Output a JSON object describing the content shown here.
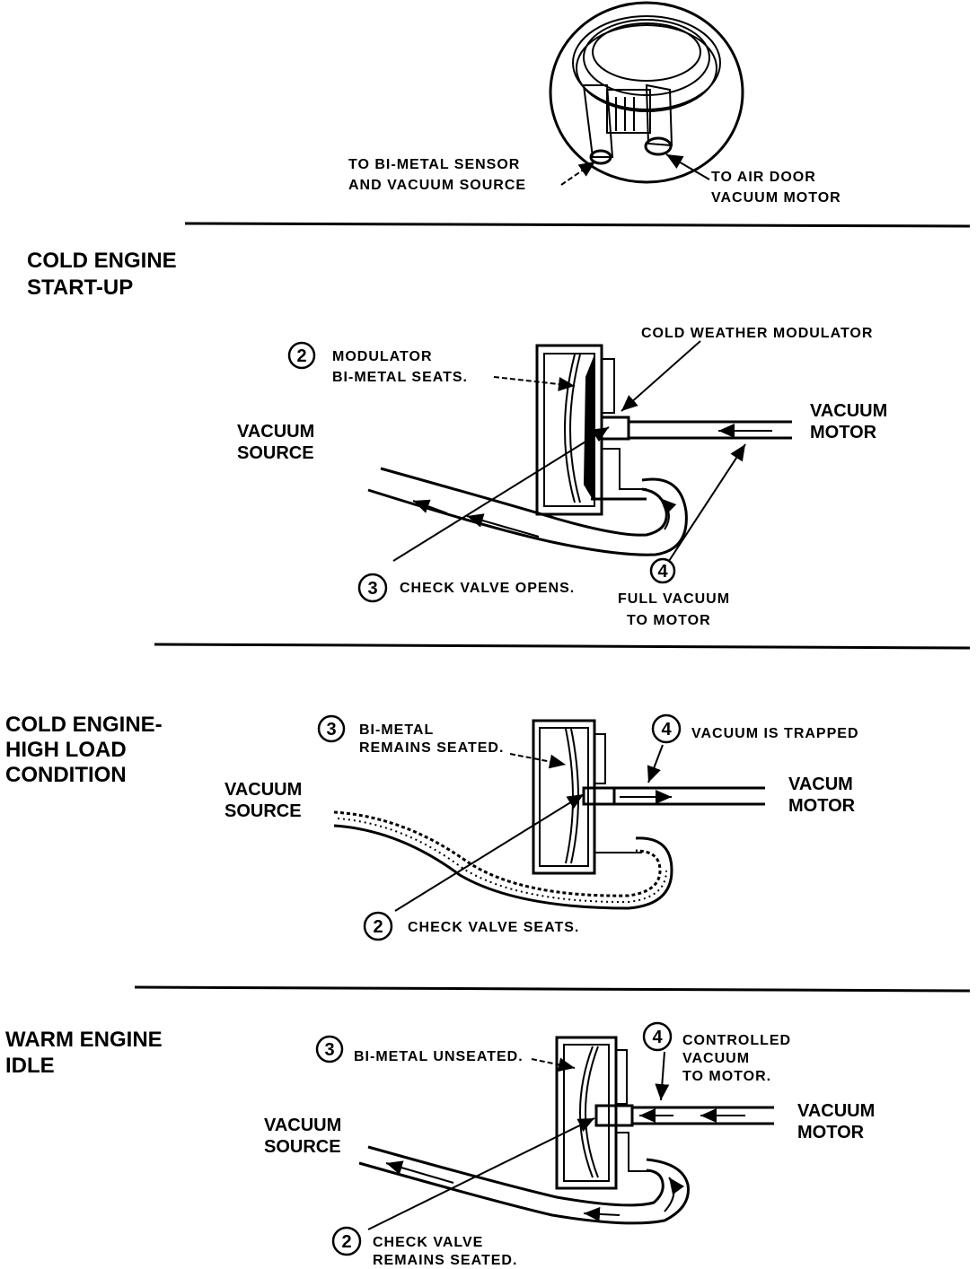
{
  "top": {
    "label_sensor_1": "TO BI-METAL SENSOR",
    "label_sensor_2": "AND VACUUM SOURCE",
    "label_door_1": "TO AIR DOOR",
    "label_door_2": "VACUUM MOTOR"
  },
  "panel1": {
    "title_1": "COLD ENGINE",
    "title_2": "START-UP",
    "modulator_label": "COLD WEATHER MODULATOR",
    "n2": "2",
    "c2_1": "MODULATOR",
    "c2_2": "BI-METAL SEATS.",
    "src_1": "VACUUM",
    "src_2": "SOURCE",
    "mot_1": "VACUUM",
    "mot_2": "MOTOR",
    "n3": "3",
    "c3": "CHECK VALVE OPENS.",
    "n4": "4",
    "c4_1": "FULL VACUUM",
    "c4_2": "TO MOTOR"
  },
  "panel2": {
    "title_1": "COLD ENGINE-",
    "title_2": "HIGH LOAD",
    "title_3": "CONDITION",
    "n3": "3",
    "c3_1": "BI-METAL",
    "c3_2": "REMAINS SEATED.",
    "n4": "4",
    "c4": "VACUUM IS TRAPPED",
    "src_1": "VACUUM",
    "src_2": "SOURCE",
    "mot_1": "VACUM",
    "mot_2": "MOTOR",
    "n2": "2",
    "c2": "CHECK VALVE SEATS."
  },
  "panel3": {
    "title_1": "WARM ENGINE",
    "title_2": "IDLE",
    "n3": "3",
    "c3": "BI-METAL UNSEATED.",
    "n4": "4",
    "c4_1": "CONTROLLED",
    "c4_2": "VACUUM",
    "c4_3": "TO MOTOR.",
    "src_1": "VACUUM",
    "src_2": "SOURCE",
    "mot_1": "VACUUM",
    "mot_2": "MOTOR",
    "n2": "2",
    "c2_1": "CHECK VALVE",
    "c2_2": "REMAINS SEATED."
  }
}
